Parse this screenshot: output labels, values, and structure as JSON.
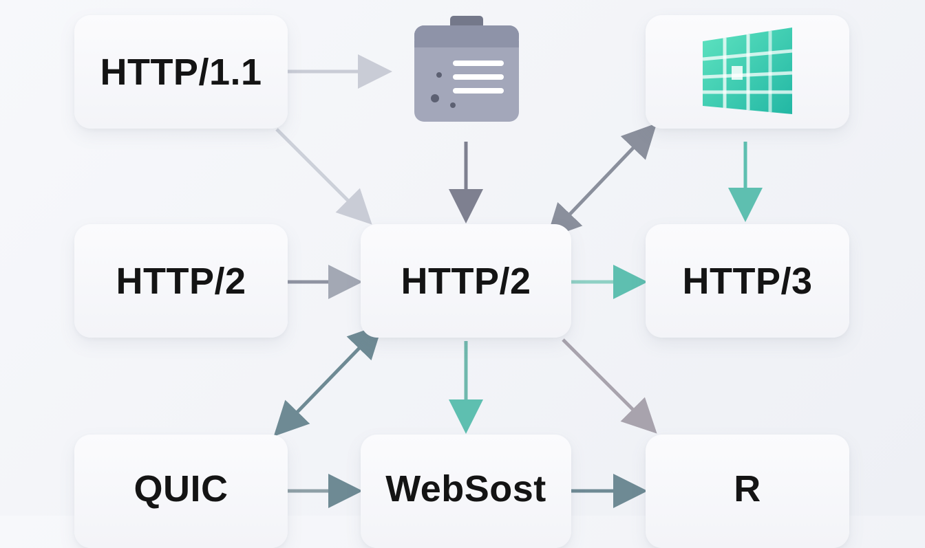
{
  "nodes": {
    "http11": {
      "label": "HTTP/1.1",
      "icon": null
    },
    "server": {
      "label": "",
      "icon": "clipboard-server-icon"
    },
    "grid": {
      "label": "",
      "icon": "grid-panel-icon"
    },
    "http2_left": {
      "label": "HTTP/2",
      "icon": null
    },
    "http2_center": {
      "label": "HTTP/2",
      "icon": null
    },
    "http3": {
      "label": "HTTP/3",
      "icon": null
    },
    "quic": {
      "label": "QUIC",
      "icon": null
    },
    "websost": {
      "label": "WebSost",
      "icon": null
    },
    "r": {
      "label": "R",
      "icon": null
    }
  },
  "colors": {
    "arrow_gray": "#7d8090",
    "arrow_light_gray": "#c8ccd6",
    "arrow_teal": "#5ebfb0",
    "arrow_steel": "#6e8a94",
    "icon_gray": "#9ca0b4",
    "icon_teal": "#3ccfb2"
  }
}
